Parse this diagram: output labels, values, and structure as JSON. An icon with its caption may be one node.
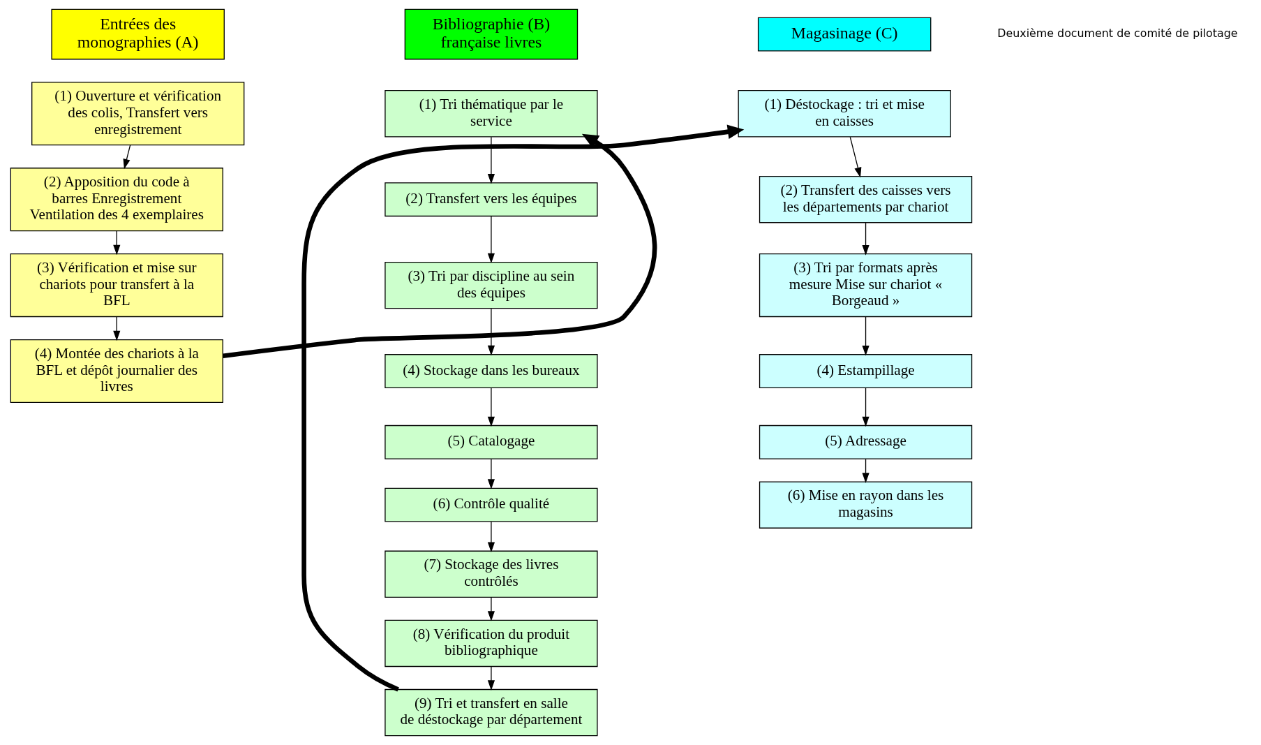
{
  "diagram": {
    "nodes": [
      {
        "text": [
          "Entrées des monographies (A)"
        ]
      },
      {
        "text": [
          "(1) Ouverture et vérification des colis, Transfert vers enregistrement"
        ]
      },
      {
        "text": [
          "(2) Apposition du code à barres Enregistrement Ventilation des 4 exemplaires"
        ]
      },
      {
        "text": [
          "(3) Vérification et mise sur chariots pour transfert à la BFL"
        ]
      },
      {
        "text": [
          "(4) Montée des chariots à la BFL et dépôt journalier des livres"
        ]
      },
      {
        "text": [
          "Bibliographie (B) française livres"
        ]
      },
      {
        "text": [
          "(1) Tri thématique par le service"
        ]
      },
      {
        "text": [
          "(2) Transfert vers les équipes"
        ]
      },
      {
        "text": [
          "(3) Tri par discipline au sein des équipes"
        ]
      },
      {
        "text": [
          "(4) Stockage dans les bureaux"
        ]
      },
      {
        "text": [
          "(5) Catalogage"
        ]
      },
      {
        "text": [
          "(6) Contrôle qualité"
        ]
      },
      {
        "text": [
          "(7) Stockage des livres contrôlés"
        ]
      },
      {
        "text": [
          "(8) Vérification du produit bibliographique"
        ]
      },
      {
        "text": [
          "(9) Tri et transfert en salle de déstockage par département"
        ]
      },
      {
        "text": [
          "Magasinage (C)"
        ]
      },
      {
        "text": [
          "(1) Déstockage : tri et mise en caisses"
        ]
      },
      {
        "text": [
          "(2) Transfert des caisses vers les départements par chariot"
        ]
      },
      {
        "text": [
          "(3) Tri par formats après mesure Mise sur chariot « Borgeaud »"
        ]
      },
      {
        "text": [
          "(4) Estampillage"
        ]
      },
      {
        "text": [
          "(5) Adressage"
        ]
      },
      {
        "text": [
          "(6) Mise en rayon dans les magasins"
        ]
      }
    ],
    "edges": [
      {
        "from": 1,
        "to": 2,
        "arrow": "to"
      },
      {
        "from": 2,
        "to": 3,
        "arrow": "to"
      },
      {
        "from": 3,
        "to": 4,
        "arrow": "to"
      },
      {
        "from": 4,
        "to": 6,
        "arrow": "to",
        "style": "thick"
      },
      {
        "from": 6,
        "to": 7,
        "arrow": "to"
      },
      {
        "from": 7,
        "to": 8,
        "arrow": "to"
      },
      {
        "from": 8,
        "to": 9,
        "arrow": "to"
      },
      {
        "from": 9,
        "to": 10,
        "arrow": "to"
      },
      {
        "from": 10,
        "to": 11,
        "arrow": "to"
      },
      {
        "from": 11,
        "to": 12,
        "arrow": "to"
      },
      {
        "from": 12,
        "to": 13,
        "arrow": "to"
      },
      {
        "from": 13,
        "to": 14,
        "arrow": "to"
      },
      {
        "from": 14,
        "to": 16,
        "arrow": "to",
        "style": "thick"
      },
      {
        "from": 16,
        "to": 17,
        "arrow": "to"
      },
      {
        "from": 17,
        "to": 18,
        "arrow": "to"
      },
      {
        "from": 18,
        "to": 19,
        "arrow": "to"
      },
      {
        "from": 19,
        "to": 20,
        "arrow": "to"
      },
      {
        "from": 20,
        "to": 21,
        "arrow": "to"
      }
    ],
    "labels": [
      "Deuxième document de comité de pilotage"
    ]
  }
}
